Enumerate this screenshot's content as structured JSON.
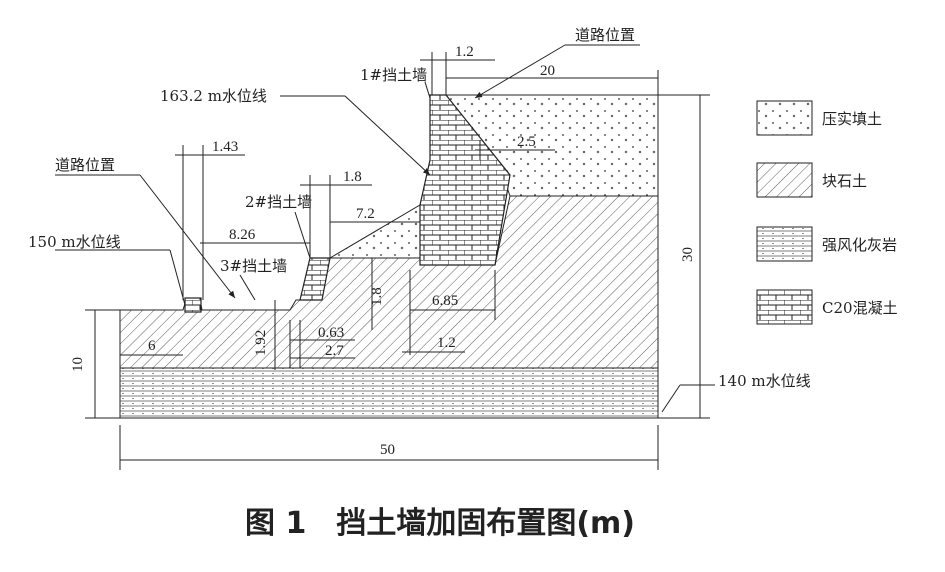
{
  "labels": {
    "road_position_right": "道路位置",
    "road_position_left": "道路位置",
    "wall_1": "1#挡土墙",
    "wall_2": "2#挡土墙",
    "wall_3": "3#挡土墙",
    "water_163": "163.2 m水位线",
    "water_150": "150 m水位线",
    "water_140": "140 m水位线"
  },
  "dimensions": {
    "d1_2_top": "1.2",
    "d20": "20",
    "d2_5": "2.5",
    "d1_43": "1.43",
    "d1_8_h": "1.8",
    "d7_2": "7.2",
    "d8_26": "8.26",
    "d1_8_v": "1.8",
    "d6_85": "6.85",
    "d1_2_bottom": "1.2",
    "d1_92": "1.92",
    "d0_63": "0.63",
    "d2_7": "2.7",
    "d6": "6",
    "d10": "10",
    "d30": "30",
    "d50": "50"
  },
  "legend": [
    {
      "label": "压实填土",
      "pattern": "compacted-fill"
    },
    {
      "label": "块石土",
      "pattern": "block-stone"
    },
    {
      "label": "强风化灰岩",
      "pattern": "weathered-limestone"
    },
    {
      "label": "C20混凝土",
      "pattern": "c20-concrete"
    }
  ],
  "caption": "图 1　挡土墙加固布置图(m)"
}
